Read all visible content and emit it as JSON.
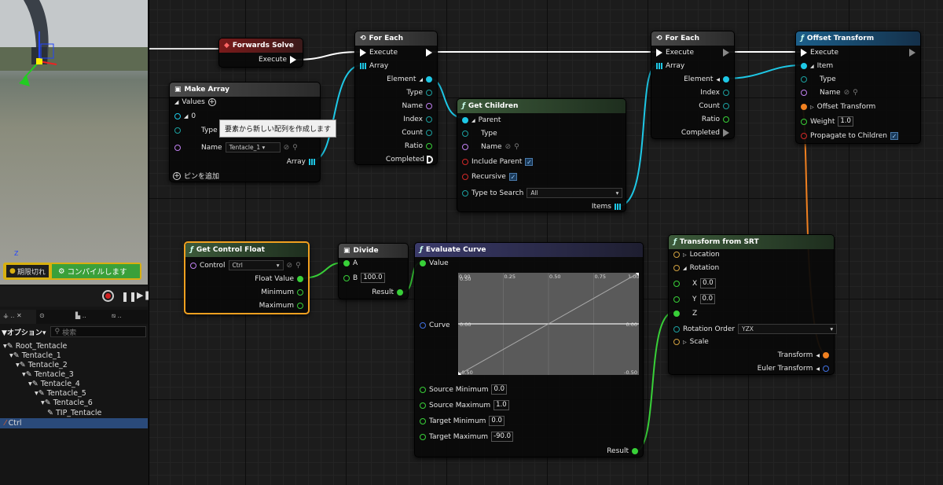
{
  "toolbar": {
    "step_label": "期限切れ",
    "compile_label": "コンパイルします"
  },
  "panel_tabs": [
    "..",
    "..",
    ".."
  ],
  "hierarchy": {
    "options_label": "オプション",
    "search_placeholder": "検索",
    "items": [
      "Root_Tentacle",
      "Tentacle_1",
      "Tentacle_2",
      "Tentacle_3",
      "Tentacle_4",
      "Tentacle_5",
      "Tentacle_6",
      "TIP_Tentacle",
      "Ctrl"
    ]
  },
  "nodes": {
    "forwards_solve": {
      "title": "Forwards Solve",
      "execute": "Execute"
    },
    "make_array": {
      "title": "Make Array",
      "values": "Values",
      "index": "0",
      "type": "Type",
      "name": "Name",
      "name_value": "Tentacle_1",
      "array": "Array",
      "add_pin": "ピンを追加"
    },
    "tooltip": "要素から新しい配列を作成します",
    "for_each_1": {
      "title": "For Each",
      "execute": "Execute",
      "array": "Array",
      "element": "Element",
      "type": "Type",
      "name": "Name",
      "index": "Index",
      "count": "Count",
      "ratio": "Ratio",
      "completed": "Completed"
    },
    "get_children": {
      "title": "Get Children",
      "parent": "Parent",
      "type": "Type",
      "name": "Name",
      "include_parent": "Include Parent",
      "recursive": "Recursive",
      "type_to_search": "Type to Search",
      "type_to_search_value": "All",
      "items": "Items"
    },
    "for_each_2": {
      "title": "For Each",
      "execute": "Execute",
      "array": "Array",
      "element": "Element",
      "index": "Index",
      "count": "Count",
      "ratio": "Ratio",
      "completed": "Completed"
    },
    "offset_transform": {
      "title": "Offset Transform",
      "execute": "Execute",
      "item": "Item",
      "type": "Type",
      "name": "Name",
      "offset_transform": "Offset Transform",
      "weight": "Weight",
      "weight_value": "1.0",
      "propagate": "Propagate to Children"
    },
    "get_control_float": {
      "title": "Get Control Float",
      "control": "Control",
      "control_value": "Ctrl",
      "float_value": "Float Value",
      "minimum": "Minimum",
      "maximum": "Maximum"
    },
    "divide": {
      "title": "Divide",
      "a": "A",
      "b": "B",
      "b_value": "100.0",
      "result": "Result"
    },
    "evaluate_curve": {
      "title": "Evaluate Curve",
      "value": "Value",
      "curve": "Curve",
      "source_min": "Source Minimum",
      "source_min_value": "0.0",
      "source_max": "Source Maximum",
      "source_max_value": "1.0",
      "target_min": "Target Minimum",
      "target_min_value": "0.0",
      "target_max": "Target Maximum",
      "target_max_value": "-90.0",
      "result": "Result",
      "x_ticks": [
        "0.00",
        "0.25",
        "0.50",
        "0.75",
        "1.00"
      ],
      "y_top": "0.50",
      "y_mid": "0.00",
      "y_bottom": "-0.50",
      "y_mid_left": "0.00",
      "y_bottom_left": "-0.50",
      "y_top_left": "0.50"
    },
    "transform_from_srt": {
      "title": "Transform from SRT",
      "location": "Location",
      "rotation": "Rotation",
      "x": "X",
      "x_value": "0.0",
      "y": "Y",
      "y_value": "0.0",
      "z": "Z",
      "rotation_order": "Rotation Order",
      "rotation_order_value": "YZX",
      "scale": "Scale",
      "transform": "Transform",
      "euler_transform": "Euler Transform"
    }
  },
  "chart_data": {
    "type": "line",
    "x": [
      0,
      1
    ],
    "y": [
      -0.5,
      0.5
    ],
    "xlim": [
      0,
      1
    ],
    "ylim": [
      -0.5,
      0.5
    ],
    "x_ticks": [
      "0.00",
      "0.25",
      "0.50",
      "0.75",
      "1.00"
    ]
  }
}
